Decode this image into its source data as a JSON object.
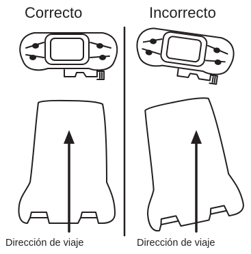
{
  "panels": [
    {
      "heading": "Correcto",
      "caption": "Dirección de viaje"
    },
    {
      "heading": "Incorrecto",
      "caption": "Dirección de viaje"
    }
  ]
}
